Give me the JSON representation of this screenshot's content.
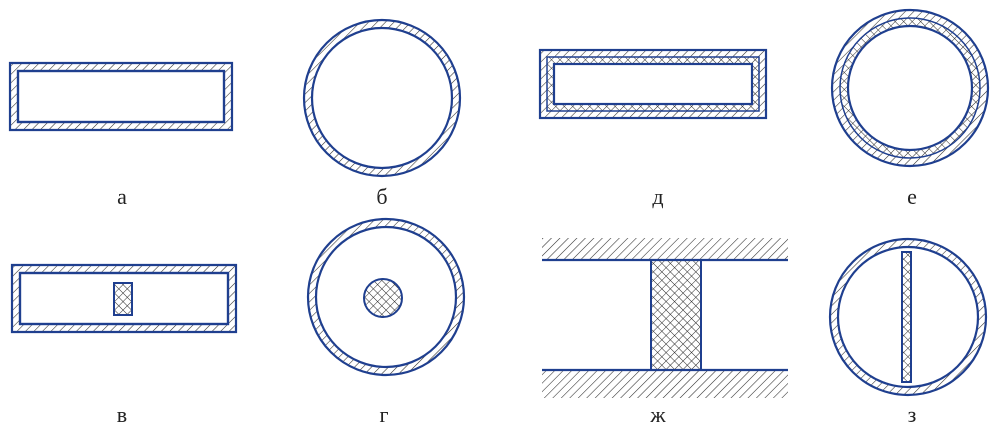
{
  "labels": {
    "a": "а",
    "b": "б",
    "v": "в",
    "g": "г",
    "d": "д",
    "e": "е",
    "zh": "ж",
    "z": "з"
  },
  "colors": {
    "outline": "#1f3f8f",
    "hatch": "#2a2a2a",
    "background": "#ffffff",
    "label": "#222222"
  }
}
